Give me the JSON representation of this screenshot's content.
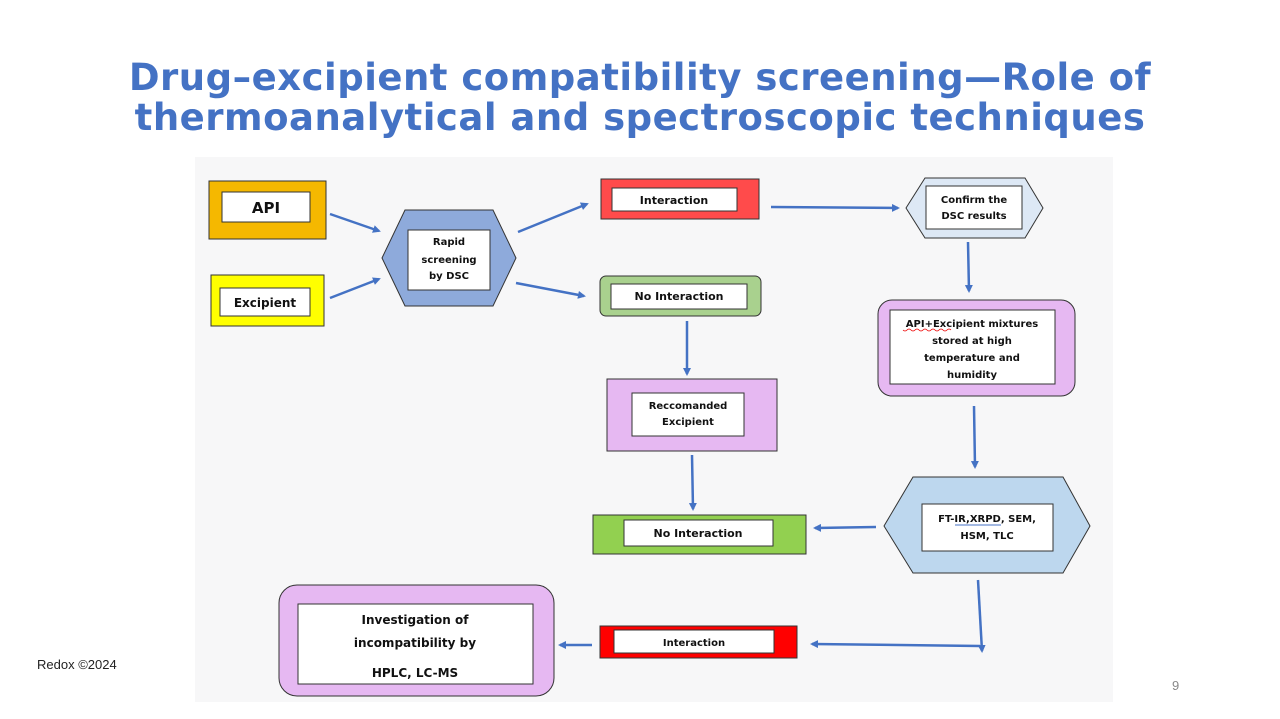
{
  "slide": {
    "title_line1": "Drug–excipient compatibility screening—Role of",
    "title_line2": "thermoanalytical and spectroscopic techniques",
    "footer": "Redox ©2024",
    "page_number": "9"
  },
  "colors": {
    "title": "#4472c4",
    "arrow": "#4472c4",
    "api_fill": "#f5b800",
    "excipient_fill": "#ffff00",
    "dsc_fill": "#8eaadb",
    "interaction_fill": "#ff4b4b",
    "no_interaction_fill": "#a9d18e",
    "confirm_fill": "#dde8f5",
    "lilac_fill": "#e6b8f2",
    "no_interaction2_fill": "#92d050",
    "ftir_fill": "#bdd7ee",
    "interaction2_fill": "#ff0000"
  },
  "nodes": {
    "api": "API",
    "excipient": "Excipient",
    "dsc": [
      "Rapid",
      "screening",
      "by DSC"
    ],
    "interaction_top": "Interaction",
    "no_interaction_top": "No Interaction",
    "confirm": [
      "Confirm the",
      "DSC results"
    ],
    "stored": [
      "API+Excipient mixtures",
      "stored at high",
      "temperature and",
      "humidity"
    ],
    "recommended": [
      "Reccomanded",
      "Excipient"
    ],
    "no_interaction_bottom": "No Interaction",
    "techniques": [
      "FT-IR,XRPD, SEM,",
      "HSM,  TLC"
    ],
    "interaction_bottom": "Interaction",
    "investigation": [
      "Investigation  of",
      "incompatibility by",
      "HPLC, LC-MS"
    ]
  }
}
